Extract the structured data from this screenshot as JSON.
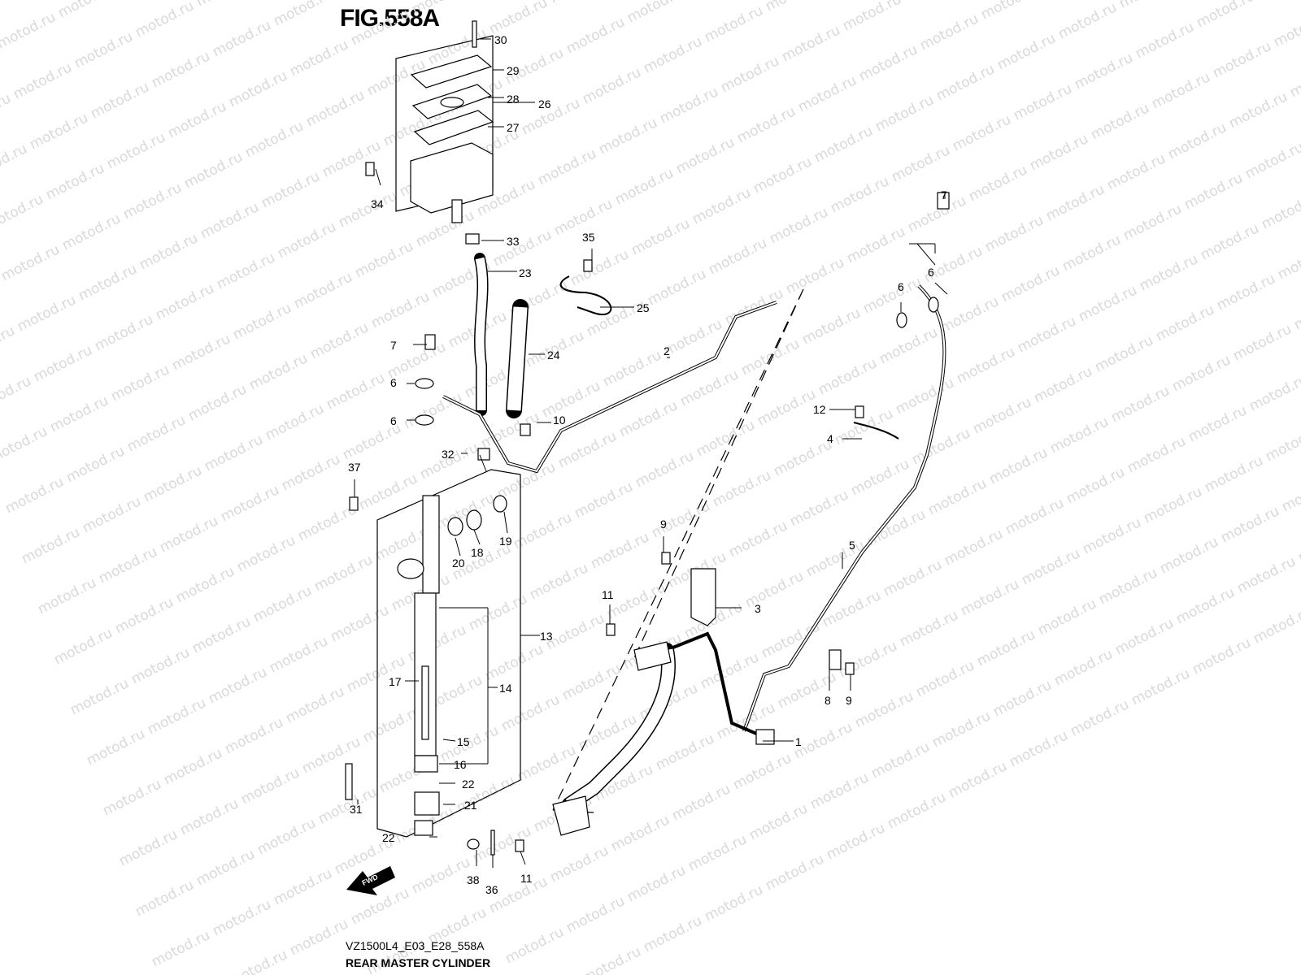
{
  "figure": {
    "title": "FIG.558A",
    "code": "VZ1500L4_E03_E28_558A",
    "name": "REAR MASTER CYLINDER"
  },
  "watermark": {
    "text": "motod.ru",
    "color": "#d9d9d9"
  },
  "fwd_label": "FWD",
  "callouts": {
    "c1": "1",
    "c2": "2",
    "c3": "3",
    "c4": "4",
    "c5": "5",
    "c6a": "6",
    "c6b": "6",
    "c6c": "6",
    "c6d": "6",
    "c7a": "7",
    "c7b": "7",
    "c8": "8",
    "c9a": "9",
    "c9b": "9",
    "c10": "10",
    "c11a": "11",
    "c11b": "11",
    "c12": "12",
    "c13": "13",
    "c14": "14",
    "c15": "15",
    "c16": "16",
    "c17": "17",
    "c18": "18",
    "c19": "19",
    "c20": "20",
    "c21": "21",
    "c22a": "22",
    "c22b": "22",
    "c23": "23",
    "c24": "24",
    "c25": "25",
    "c26": "26",
    "c27": "27",
    "c28": "28",
    "c29": "29",
    "c30": "30",
    "c31": "31",
    "c32": "32",
    "c33": "33",
    "c34": "34",
    "c35": "35",
    "c36": "36",
    "c37": "37",
    "c38": "38"
  }
}
